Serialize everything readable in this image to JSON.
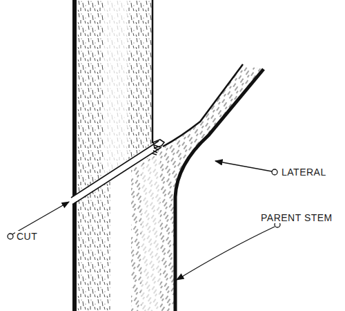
{
  "diagram": {
    "labels": [
      "LATERAL",
      "PARENT STEM",
      "CUT"
    ]
  }
}
